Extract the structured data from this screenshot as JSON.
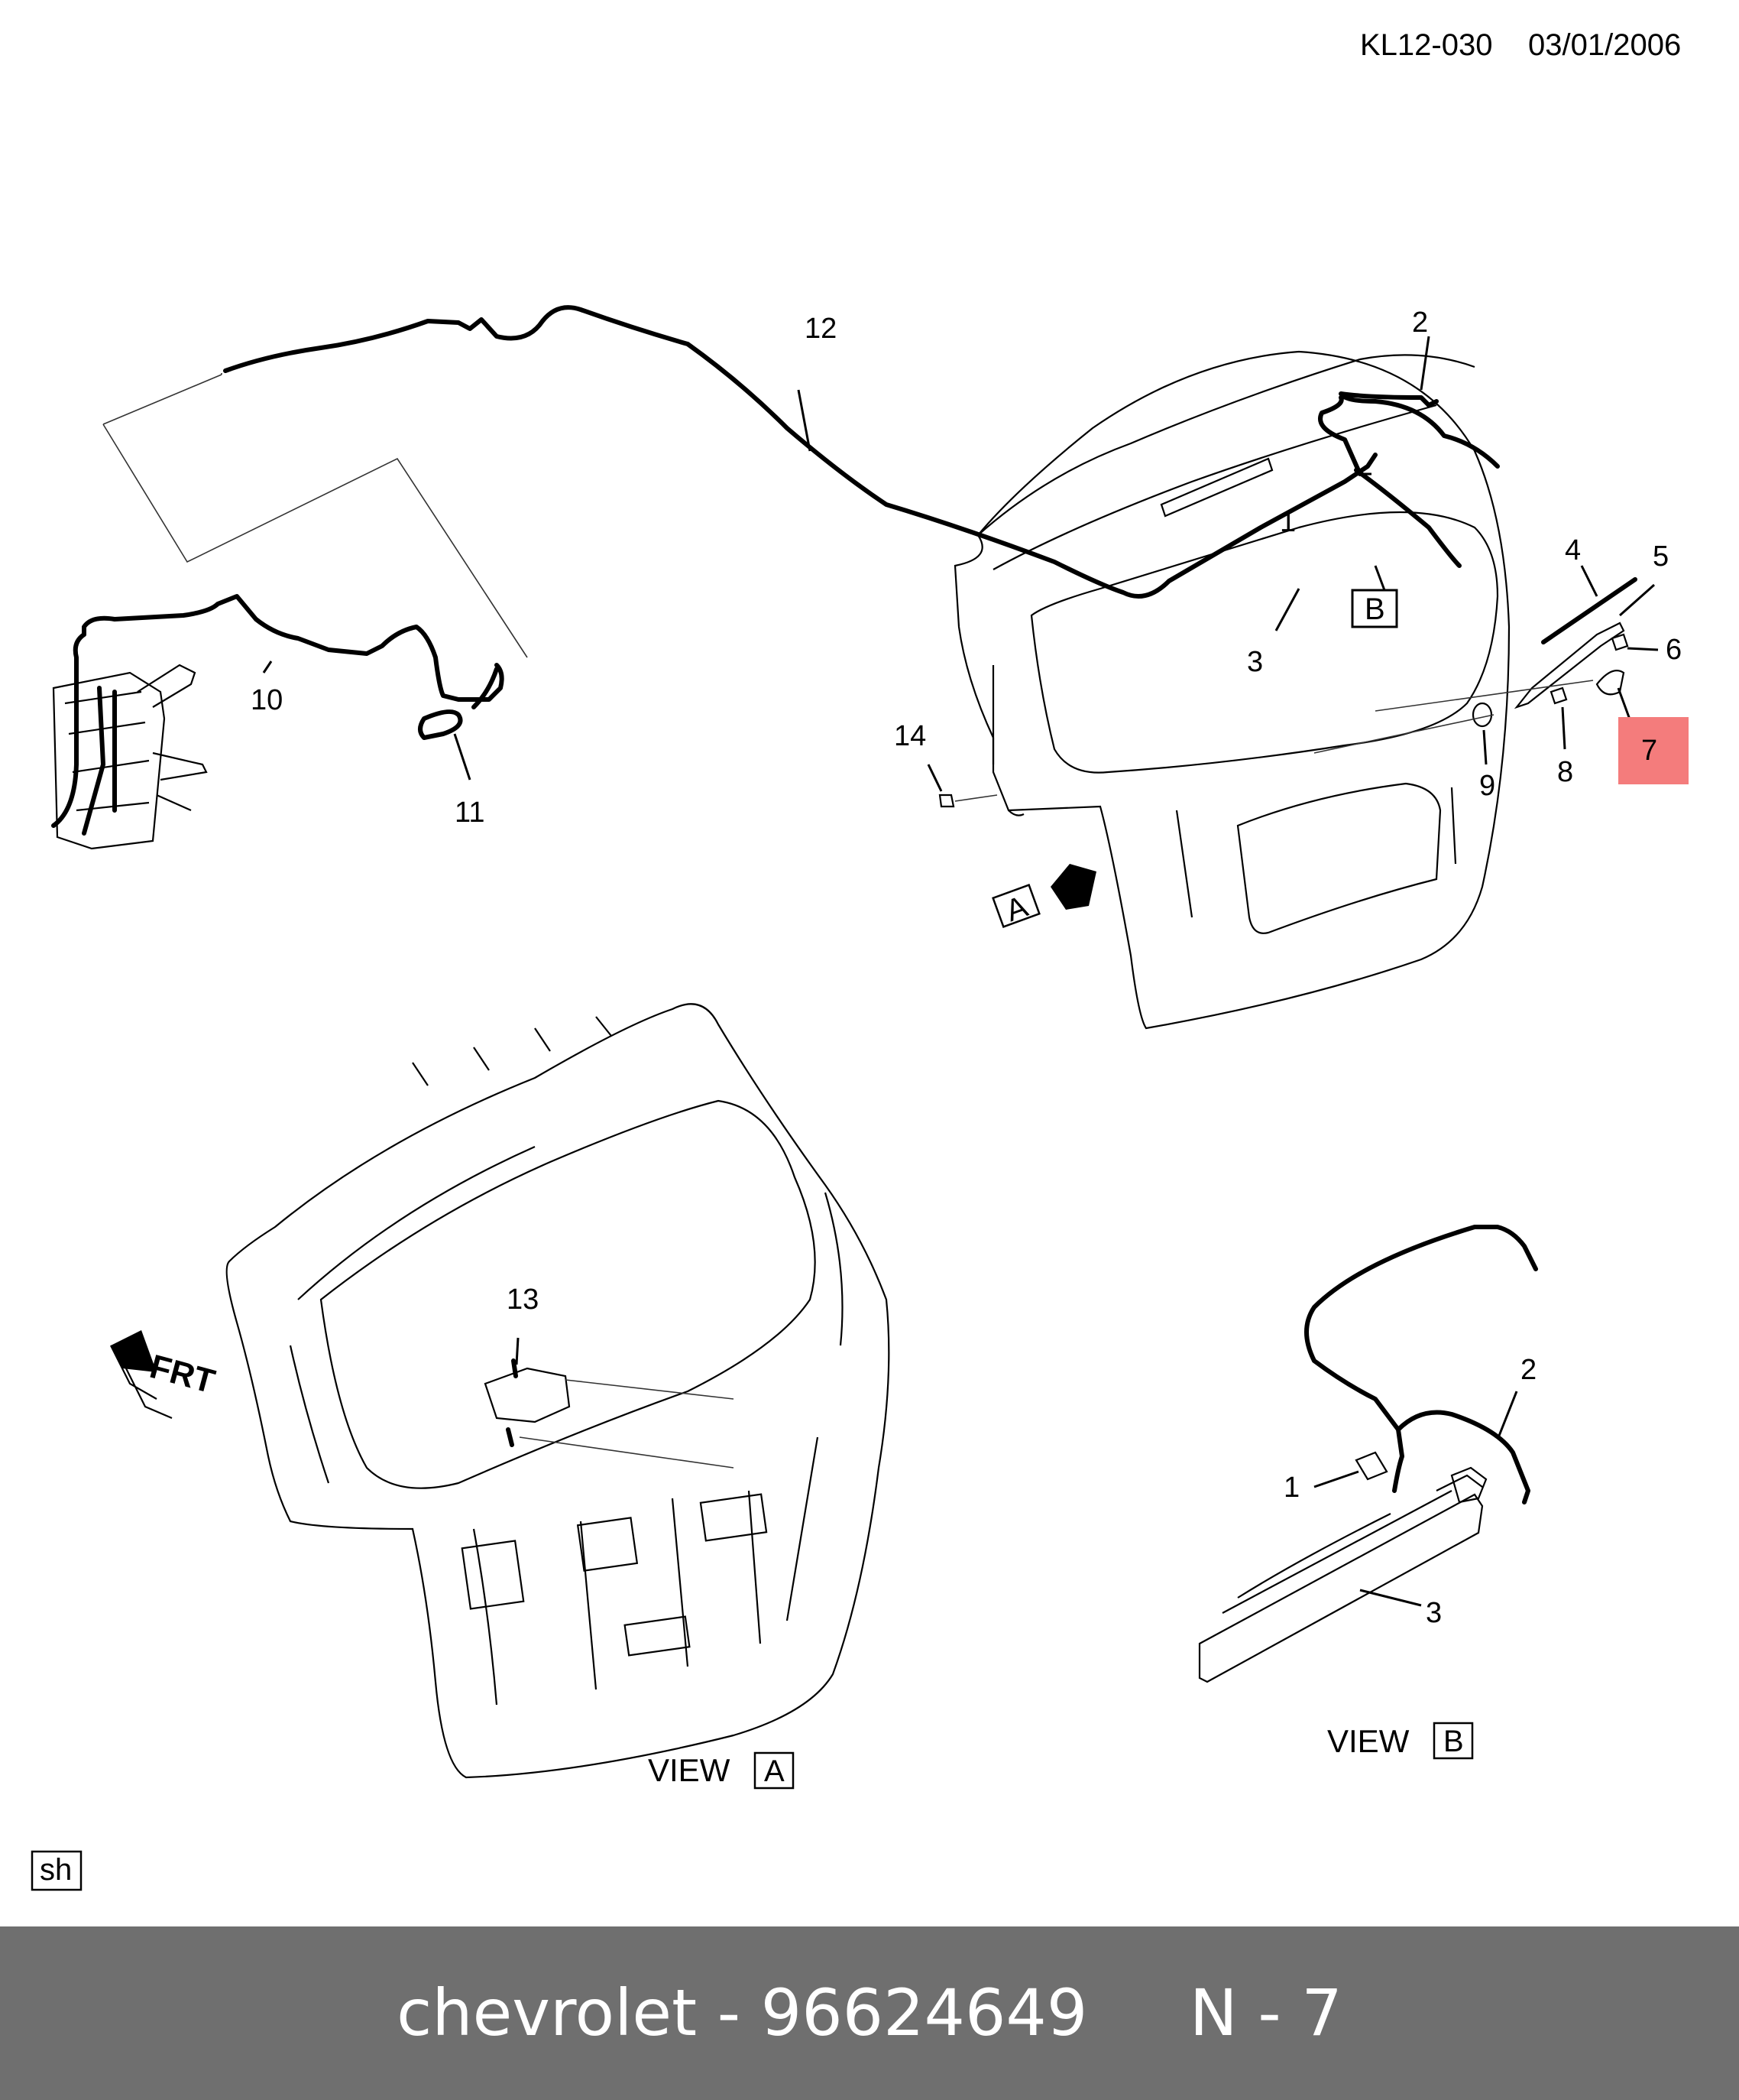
{
  "header": {
    "code": "KL12-030",
    "date": "03/01/2006"
  },
  "callouts": {
    "c1": "1",
    "c2": "2",
    "c3": "3",
    "c4": "4",
    "c5": "5",
    "c6": "6",
    "c7": "7",
    "c8": "8",
    "c9": "9",
    "c10": "10",
    "c11": "11",
    "c12": "12",
    "c13": "13",
    "c14": "14"
  },
  "view_markers": {
    "a": "A",
    "b": "B"
  },
  "views": {
    "view_a": "VIEW",
    "view_b": "VIEW"
  },
  "front_indicator": "FRT",
  "sheet_tag": "sh",
  "highlight_color": "#f47c7c",
  "footer": {
    "brand": "chevrolet",
    "separator": "-",
    "part_number": "96624649",
    "ref": "N - 7",
    "background": "#6f6f6f"
  }
}
